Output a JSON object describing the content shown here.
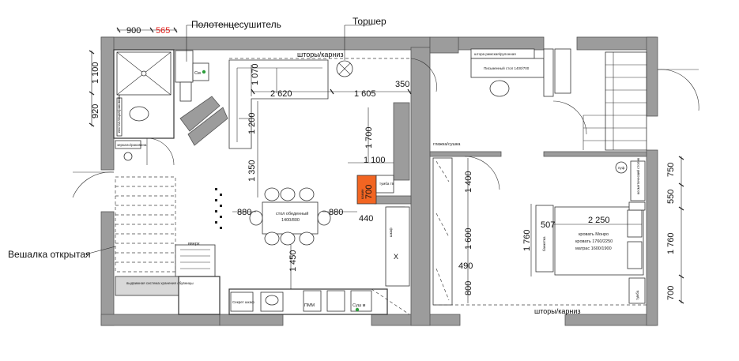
{
  "top_labels": {
    "dim_900": "900",
    "dim_565": "565",
    "towel_dryer": "Полотенцесушитель",
    "floor_lamp": "Торшер"
  },
  "left_labels": {
    "dim_1100": "1 100",
    "dim_920": "920",
    "hanger": "Вешалка открытая"
  },
  "right_dims": [
    "750",
    "550",
    "1 760",
    "700"
  ],
  "interior_dims": {
    "d1070": "1 070",
    "d2620": "2 620",
    "d1605": "1 605",
    "d350": "350",
    "d1200": "1 200",
    "d1700": "1 700",
    "d1100": "1 100",
    "d1350": "1 350",
    "d880a": "880",
    "d880b": "880",
    "d440": "440",
    "d1450": "1 450",
    "d1400": "1 400",
    "d1600": "1 600",
    "d490": "490",
    "d800": "800",
    "d1760": "1 760",
    "d507": "507",
    "d2250": "2 250"
  },
  "room_labels": {
    "curtains_top": "шторы/карниз",
    "curtains_bottom": "шторы/карниз",
    "roman_blind": "штора римская/рулонная",
    "desk": "Письменный стол 1400/700",
    "ironing": "глажка/сушка",
    "dining_table": "стол обеденный",
    "dining_size": "1400/800",
    "fireplace": "700",
    "fireplace_small": "камин",
    "up": "вверх",
    "bed_line1": "кровать Монро",
    "bed_line2": "кровать 1760/2250",
    "bed_line3": "матрас 1600/1900",
    "bench": "банкетка",
    "cosmetic": "косметический столик",
    "pouf": "пуф",
    "nightstand": "тумба",
    "pmm": "ПММ",
    "dryer": "Суш м",
    "washer": "См",
    "drawers": "выдвижная система хранения обувницы",
    "installation": "инсталляция/раковина",
    "mirror": "зеркало/раковина",
    "secret": "Секрет шкаф",
    "tv": "тумба тв",
    "x_mark": "X",
    "wardrobe": "шкаф"
  },
  "colors": {
    "wall": "#9c9c9c",
    "fireplace": "#f26522",
    "accent_red": "#e0201b",
    "indicator_green": "#2e9e3c"
  }
}
